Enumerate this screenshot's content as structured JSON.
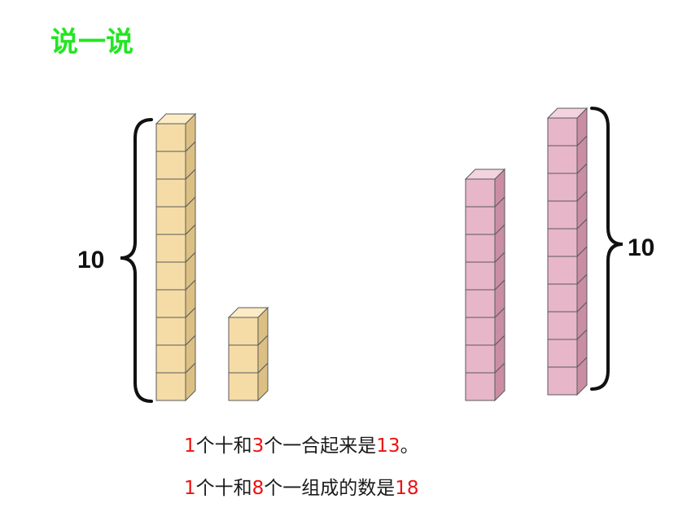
{
  "title": "说一说",
  "colors": {
    "title": "#22e622",
    "number_highlight": "#ee1111",
    "yellow_cube_front": "#f5dca6",
    "yellow_cube_top": "#fbecc6",
    "yellow_cube_side": "#dcc083",
    "pink_cube_front": "#e8b6c9",
    "pink_cube_top": "#f3d3df",
    "pink_cube_side": "#c98ea4"
  },
  "left_group": {
    "brace_label": "10",
    "ten_rod_cubes": 10,
    "ones_cubes": 3
  },
  "right_group": {
    "brace_label": "10",
    "rod_a_cubes": 8,
    "rod_b_cubes": 10
  },
  "sentences": [
    {
      "parts": [
        {
          "text": "1",
          "highlight": true
        },
        {
          "text": "个十和",
          "highlight": false
        },
        {
          "text": "3",
          "highlight": true
        },
        {
          "text": "个一合起来是",
          "highlight": false
        },
        {
          "text": "13",
          "highlight": true
        },
        {
          "text": "。",
          "highlight": false
        }
      ]
    },
    {
      "parts": [
        {
          "text": "1",
          "highlight": true
        },
        {
          "text": "个十和",
          "highlight": false
        },
        {
          "text": "8",
          "highlight": true
        },
        {
          "text": "个一组成的数是",
          "highlight": false
        },
        {
          "text": "18",
          "highlight": true
        }
      ]
    }
  ]
}
